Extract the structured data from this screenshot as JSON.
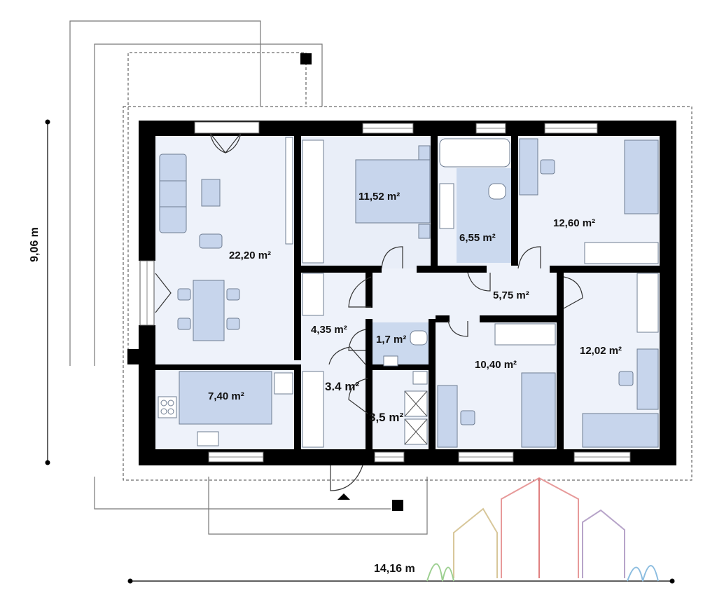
{
  "rooms": [
    {
      "id": "living",
      "area": "22,20 m²"
    },
    {
      "id": "bedroom-1",
      "area": "11,52 m²"
    },
    {
      "id": "bathroom",
      "area": "6,55 m²"
    },
    {
      "id": "bedroom-2",
      "area": "12,60 m²"
    },
    {
      "id": "hall",
      "area": "5,75 m²"
    },
    {
      "id": "bedroom-3",
      "area": "12,02 m²"
    },
    {
      "id": "corridor",
      "area": "4,35 m²"
    },
    {
      "id": "wc",
      "area": "1,7 m²"
    },
    {
      "id": "bedroom-4",
      "area": "10,40 m²"
    },
    {
      "id": "kitchen",
      "area": "7,40 m²"
    },
    {
      "id": "entry",
      "area": "3.4 m²"
    },
    {
      "id": "utility",
      "area": "3,5 m²"
    }
  ],
  "dimensions": {
    "width": "14,16 m",
    "depth": "9,06 m"
  },
  "colors": {
    "wall": "#000000",
    "floor": "#eef2fa",
    "furniture": "#c7d5ec",
    "outline": "#6f7d92",
    "window": "#ffffff"
  }
}
